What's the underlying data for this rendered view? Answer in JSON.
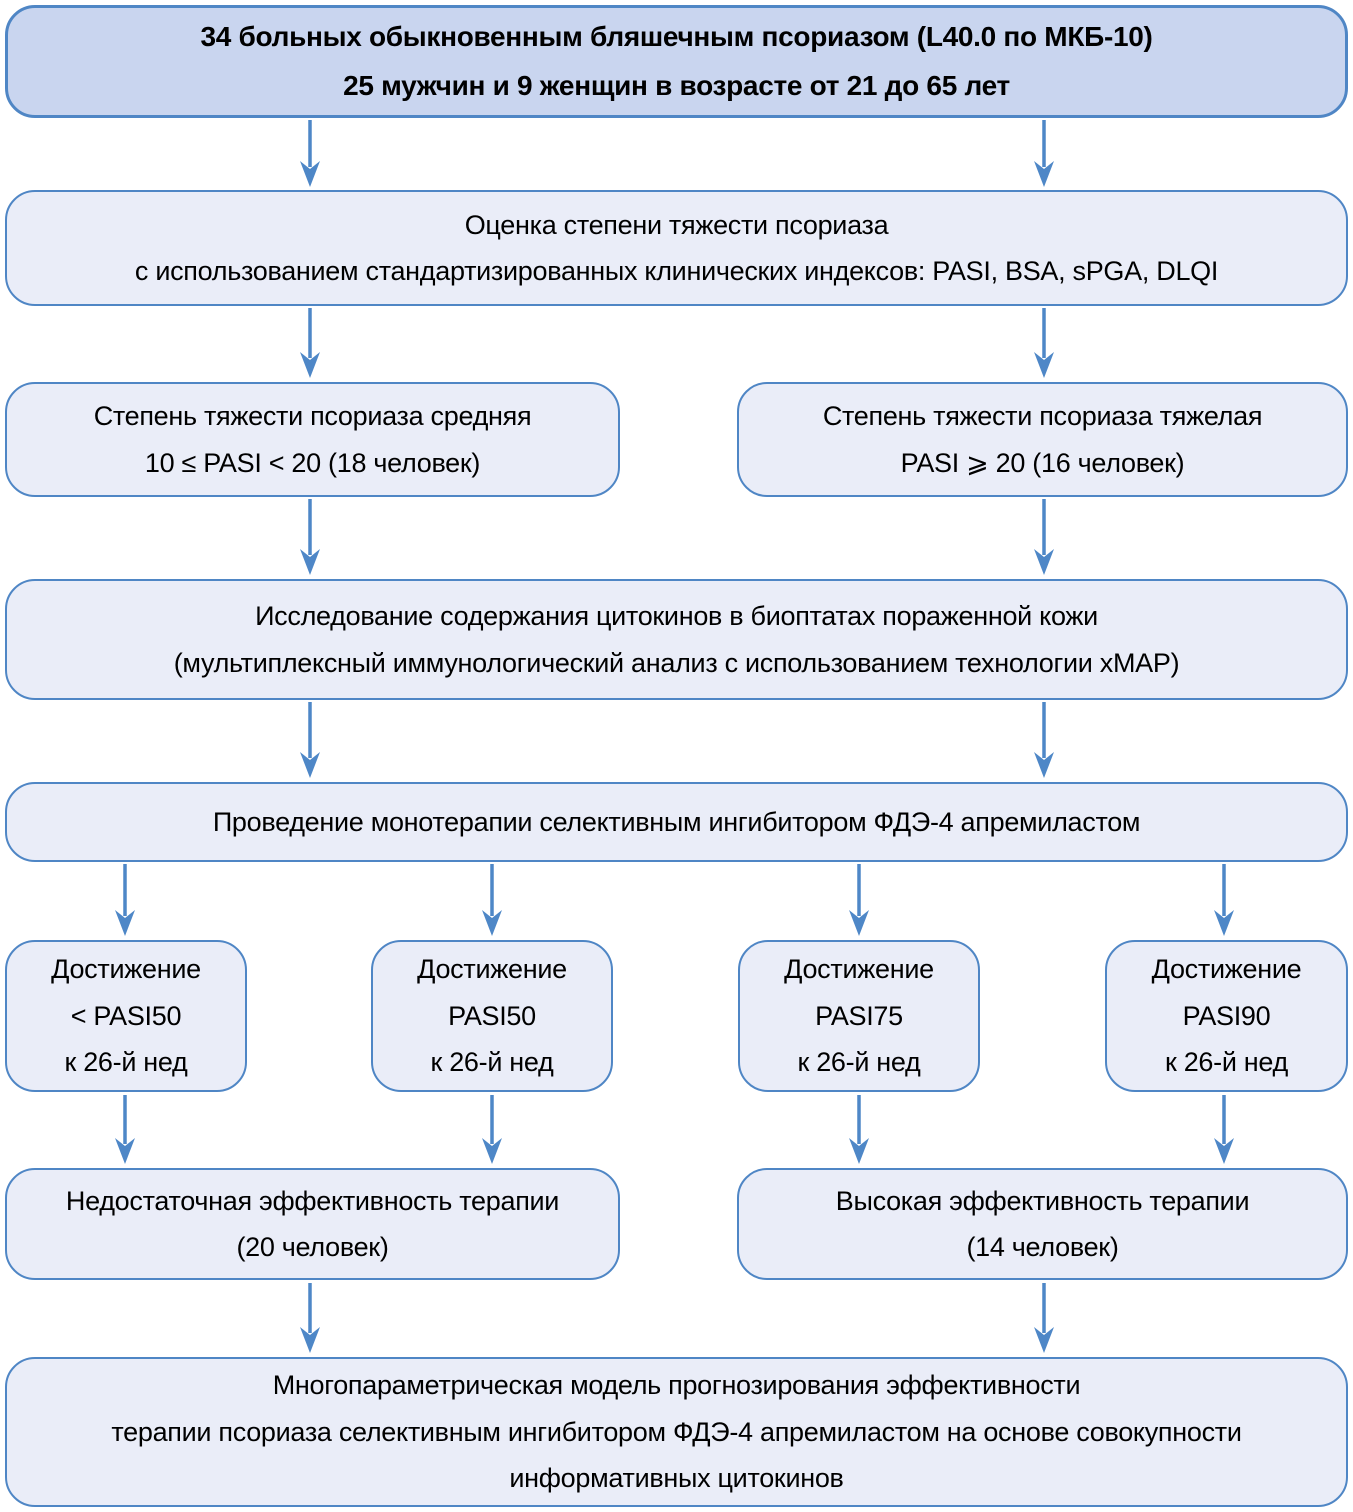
{
  "colors": {
    "header_fill": "#c9d5ef",
    "node_fill": "#eaedf8",
    "border": "#4f86c5",
    "arrow": "#4e87c7",
    "text": "#000000",
    "background": "#ffffff"
  },
  "nodes": {
    "patients": "34 больных обыкновенным бляшечным псориазом (L40.0 по МКБ-10)\n25 мужчин и 9 женщин в возрасте от 21 до 65 лет",
    "severity_assessment": "Оценка степени тяжести псориаза\nс использованием стандартизированных клинических индексов: PASI, BSA, sPGA, DLQI",
    "moderate_severity": "Степень тяжести псориаза средняя\n10 ≤ PASI < 20 (18 человек)",
    "severe_severity": "Степень тяжести псориаза тяжелая\nPASI ⩾ 20 (16 человек)",
    "cytokine_study": "Исследование содержания цитокинов в биоптатах пораженной кожи\n(мультиплексный иммунологический анализ с использованием технологии xMAP)",
    "monotherapy": "Проведение монотерапии селективным ингибитором ФДЭ-4 апремиластом",
    "below_pasi50": "Достижение\n< PASI50\nк 26-й нед",
    "pasi50": "Достижение\nPASI50\nк 26-й нед",
    "pasi75": "Достижение\nPASI75\nк 26-й нед",
    "pasi90": "Достижение\nPASI90\nк 26-й нед",
    "insufficient_efficacy": "Недостаточная эффективность терапии\n(20 человек)",
    "high_efficacy": "Высокая эффективность терапии\n(14 человек)",
    "prediction_model": "Многопараметрическая модель прогнозирования эффективности\nтерапии псориаза селективным ингибитором ФДЭ-4 апремиластом на основе совокупности\nинформативных цитокинов"
  }
}
